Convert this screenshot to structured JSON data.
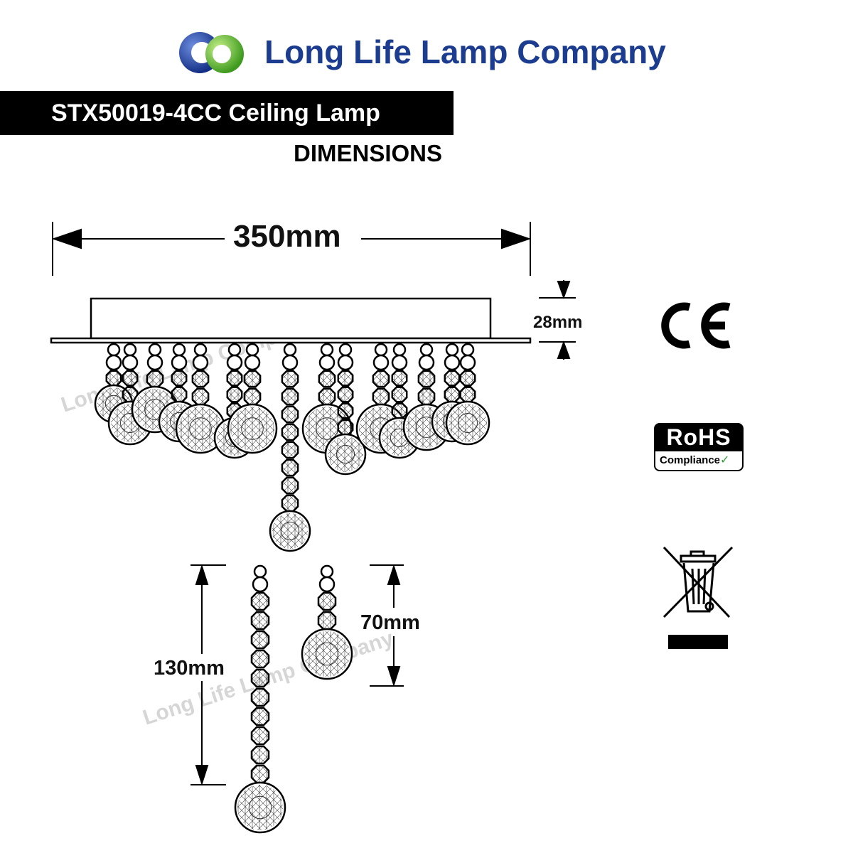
{
  "brand": {
    "name": "Long Life Lamp Company",
    "colors": {
      "blue": "#1b3c8f",
      "green": "#6cc43a"
    }
  },
  "product": {
    "title": "STX50019-4CC Ceiling Lamp",
    "section": "DIMENSIONS"
  },
  "dimensions": {
    "width": "350mm",
    "height": "28mm",
    "long_drop": "130mm",
    "short_drop": "70mm"
  },
  "certifications": {
    "ce": "CE",
    "rohs_top": "RoHS",
    "rohs_bottom": "Compliance",
    "weee_icon": "crossed-wheelie-bin-icon"
  },
  "watermark": "Long Life Lamp Company"
}
